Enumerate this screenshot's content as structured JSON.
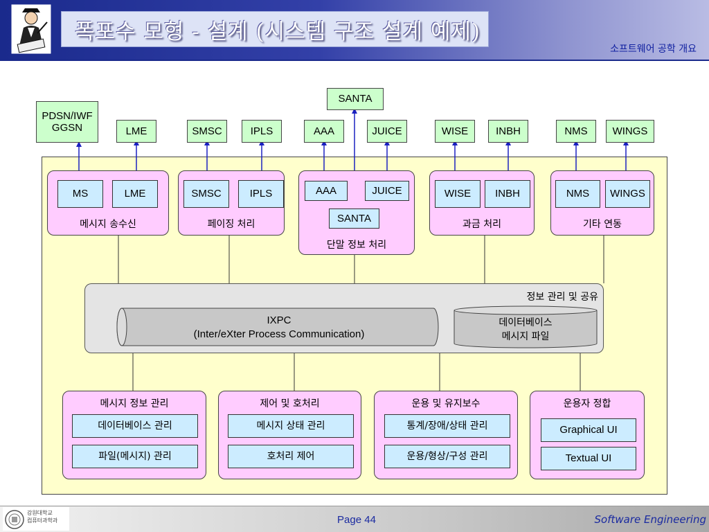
{
  "header": {
    "title": "폭포수 모형 - 설계 (시스템 구조 설계 예제)",
    "subtitle": "소프트웨어 공학 개요"
  },
  "external": {
    "pdsn": "PDSN/IWF\nGGSN",
    "lme": "LME",
    "smsc": "SMSC",
    "ipls": "IPLS",
    "aaa": "AAA",
    "santa": "SANTA",
    "juice": "JUICE",
    "wise": "WISE",
    "inbh": "INBH",
    "nms": "NMS",
    "wings": "WINGS"
  },
  "modules": {
    "messaging": {
      "label": "메시지 송수신",
      "items": [
        "MS",
        "LME"
      ]
    },
    "paging": {
      "label": "페이징 처리",
      "items": [
        "SMSC",
        "IPLS"
      ]
    },
    "terminal": {
      "label": "단말 정보 처리",
      "items": [
        "AAA",
        "JUICE",
        "SANTA"
      ]
    },
    "billing": {
      "label": "과금 처리",
      "items": [
        "WISE",
        "INBH"
      ]
    },
    "other": {
      "label": "기타 연동",
      "items": [
        "NMS",
        "WINGS"
      ]
    }
  },
  "info": {
    "label": "정보 관리 및 공유",
    "ixpc": "IXPC\n(Inter/eXter Process Communication)",
    "db": "데이터베이스\n메시지 파일"
  },
  "bottom": {
    "msg_info": {
      "label": "메시지 정보 관리",
      "items": [
        "데이터베이스 관리",
        "파일(메시지) 관리"
      ]
    },
    "control": {
      "label": "제어 및 호처리",
      "items": [
        "메시지 상태 관리",
        "호처리 제어"
      ]
    },
    "ops": {
      "label": "운용 및 유지보수",
      "items": [
        "통계/장애/상태 관리",
        "운용/형상/구성 관리"
      ]
    },
    "operator": {
      "label": "운용자 정합",
      "items": [
        "Graphical UI",
        "Textual UI"
      ]
    }
  },
  "footer": {
    "logo_text": "강원대학교\n컴퓨터과학과",
    "page": "Page 44",
    "course": "Software Engineering"
  },
  "colors": {
    "header_blue": "#1a2a8c",
    "external_green": "#ccffcc",
    "panel_pink": "#ffccff",
    "area_yellow": "#ffffcc",
    "item_blue": "#ccecff",
    "arrow_blue": "#1a20c0"
  }
}
